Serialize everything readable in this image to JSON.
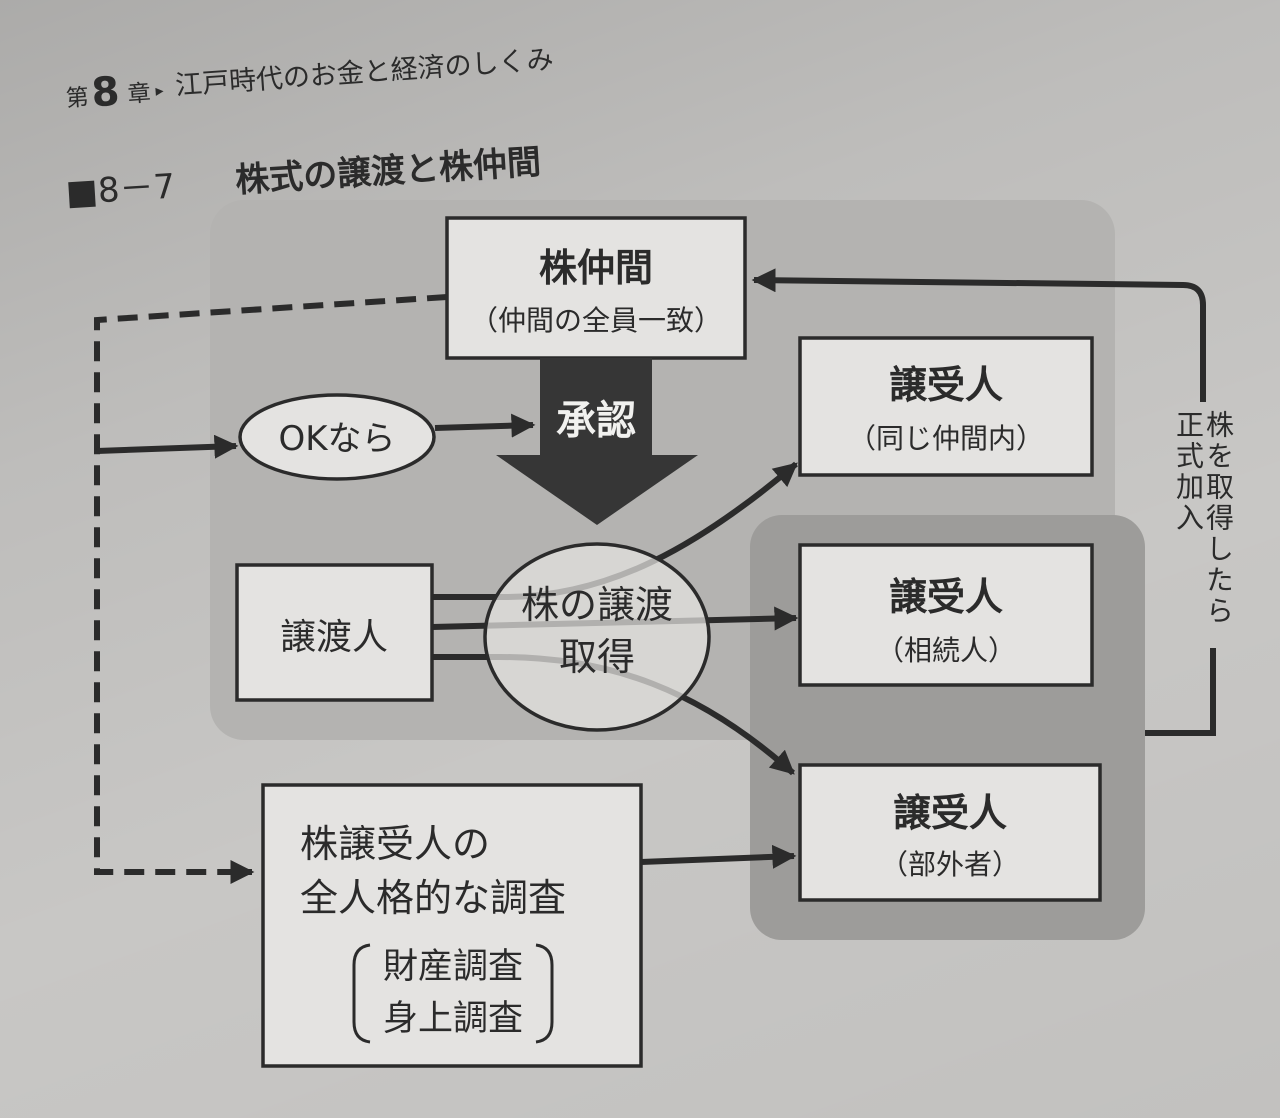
{
  "header": {
    "chapter_prefix": "第",
    "chapter_number": "8",
    "chapter_suffix": "章",
    "separator": "▸",
    "chapter_title": "江戸時代のお金と経済のしくみ"
  },
  "figure": {
    "number": "■8－7",
    "title": "株式の譲渡と株仲間"
  },
  "nodes": {
    "kabu_nakama": {
      "title": "株仲間",
      "subtitle": "（仲間の全員一致）"
    },
    "approval": {
      "label": "承認"
    },
    "ok_condition": {
      "label": "OKなら"
    },
    "transferee_internal": {
      "title": "譲受人",
      "subtitle": "（同じ仲間内）"
    },
    "transferee_heir": {
      "title": "譲受人",
      "subtitle": "（相続人）"
    },
    "transferee_outsider": {
      "title": "譲受人",
      "subtitle": "（部外者）"
    },
    "transferor": {
      "label": "譲渡人"
    },
    "transfer": {
      "line1": "株の譲渡",
      "line2": "取得"
    },
    "investigation": {
      "line1": "株譲受人の",
      "line2": "全人格的な調査",
      "items": [
        "財産調査",
        "身上調査"
      ]
    },
    "formal_join": {
      "line1": "株を取得したら",
      "line2": "正式加入"
    }
  },
  "colors": {
    "ink": "#2b2b2b",
    "page": "#c8c7c5",
    "panel_light": "#b4b3b1",
    "panel_dark": "#9d9c9a",
    "box_fill": "#e4e3e1",
    "arrow_fill": "#363636",
    "arrow_text": "#f1f1ef"
  }
}
